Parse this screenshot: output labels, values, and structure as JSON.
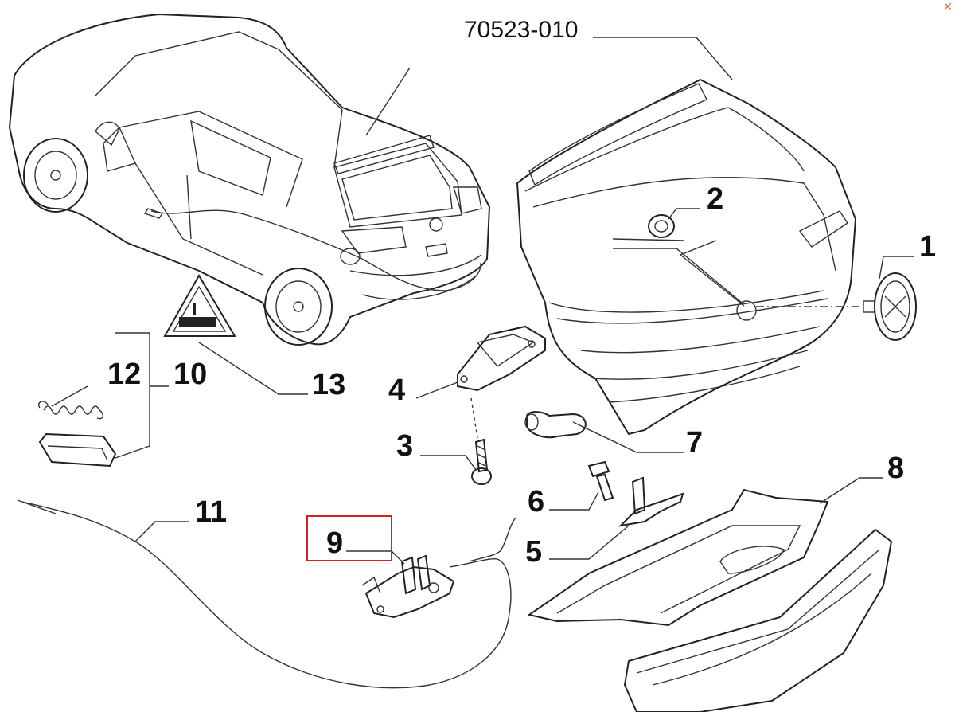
{
  "diagram": {
    "ref_code": "70523-010",
    "labels": {
      "p1": "1",
      "p2": "2",
      "p3": "3",
      "p4": "4",
      "p5": "5",
      "p6": "6",
      "p7": "7",
      "p8": "8",
      "p9": "9",
      "p10": "10",
      "p11": "11",
      "p12": "12",
      "p13": "13"
    },
    "highlighted_part": "9",
    "highlight_color": "#d42020"
  },
  "ui": {
    "close_icon": "close-icon",
    "close_glyph": "✕"
  }
}
